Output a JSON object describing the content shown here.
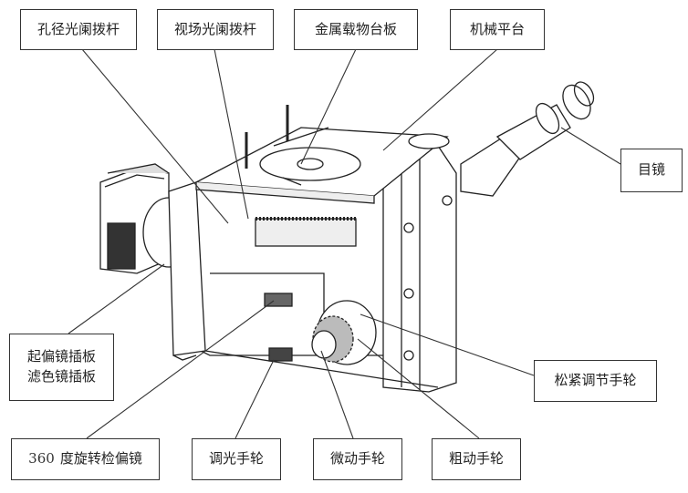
{
  "labels": {
    "aperture_lever": "孔径光阑拨杆",
    "field_lever": "视场光阑拨杆",
    "metal_stage_plate": "金属载物台板",
    "mechanical_stage": "机械平台",
    "eyepiece": "目镜",
    "polarizer_slot_1": "起偏镜插板",
    "polarizer_slot_2": "滤色镜插板",
    "tension_knob": "松紧调节手轮",
    "analyzer_num": "360",
    "analyzer": "度旋转检偏镜",
    "light_wheel": "调光手轮",
    "fine_knob": "微动手轮",
    "coarse_knob": "粗动手轮"
  }
}
